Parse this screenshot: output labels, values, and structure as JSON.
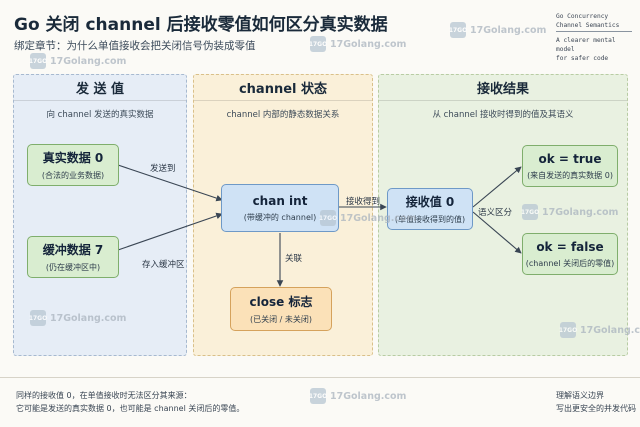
{
  "header": {
    "title": "Go 关闭 channel 后接收零值如何区分真实数据",
    "subtitle": "绑定章节：为什么单值接收会把关闭信号伪装成零值",
    "side_note": [
      "Go Concurrency",
      "Channel Semantics",
      "A clearer mental model",
      "for safer code"
    ]
  },
  "columns": {
    "left": {
      "title": "发 送 值",
      "subtitle": "向 channel 发送的真实数据"
    },
    "mid": {
      "title": "channel 状态",
      "subtitle": "channel 内部的静态数据关系"
    },
    "right": {
      "title": "接收结果",
      "subtitle": "从 channel 接收时得到的值及其语义"
    }
  },
  "nodes": {
    "real_data": {
      "main": "真实数据 0",
      "sub": "(合法的业务数据)"
    },
    "buffered": {
      "main": "缓冲数据 7",
      "sub": "(仍在缓冲区中)"
    },
    "chan_int": {
      "main": "chan  int",
      "sub": "(带缓冲的 channel)"
    },
    "close_flag": {
      "main": "close 标志",
      "sub": "(已关闭 / 未关闭)"
    },
    "recv_val": {
      "main": "接收值 0",
      "sub": "(单值接收得到的值)"
    },
    "ok_true": {
      "main": "ok = true",
      "sub": "(来自发送的真实数据 0)"
    },
    "ok_false": {
      "main": "ok = false",
      "sub": "(channel 关闭后的零值)"
    }
  },
  "edges": {
    "send_to": "发送到",
    "store_buffer": "存入缓冲区",
    "related": "关联",
    "receive": "接收得到",
    "semantic": "语义区分"
  },
  "footer": {
    "note": [
      "同样的接收值 0，在单值接收时无法区分其来源：",
      "它可能是发送的真实数据 0，也可能是 channel 关闭后的零值。"
    ],
    "right": [
      "理解语义边界",
      "写出更安全的并发代码"
    ]
  },
  "watermark": {
    "text": "17Golang.com",
    "icon": "17GO"
  }
}
